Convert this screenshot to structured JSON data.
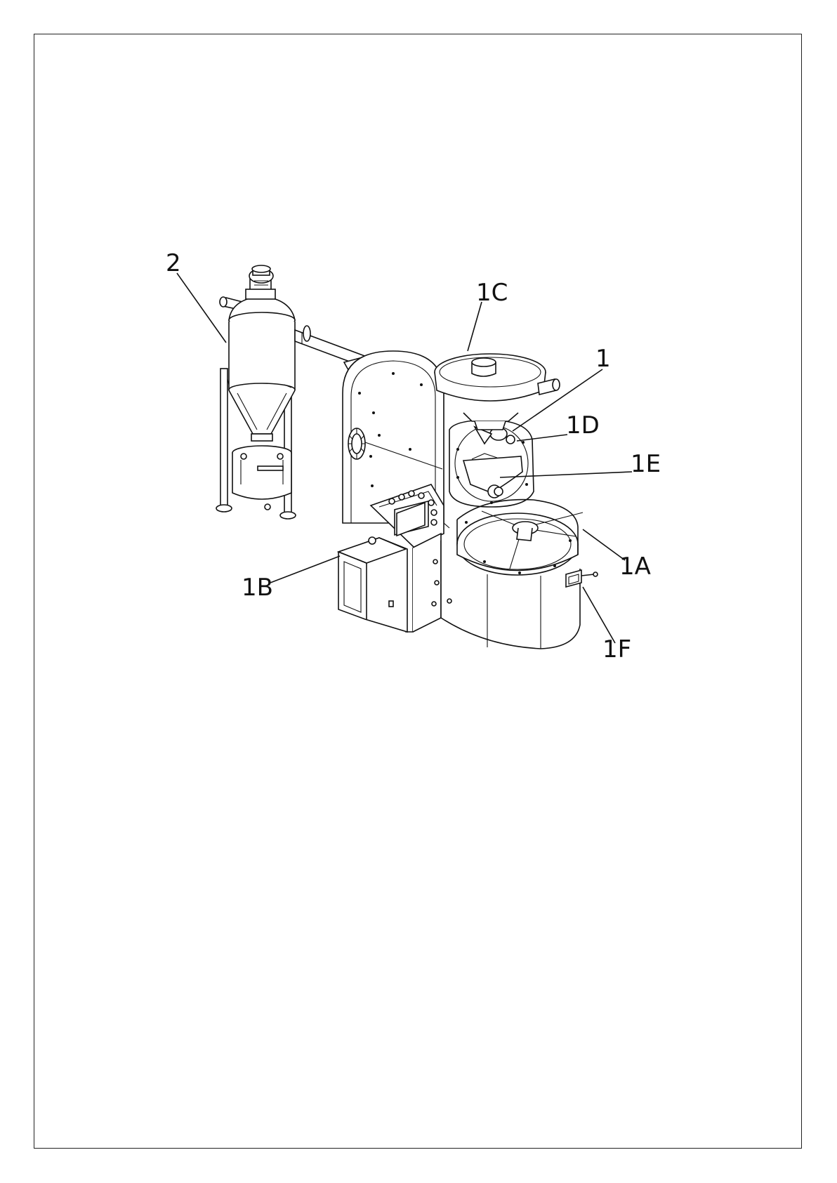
{
  "labels": {
    "l2": "2",
    "l1C": "1C",
    "l1": "1",
    "l1D": "1D",
    "l1E": "1E",
    "l1A": "1A",
    "l1B": "1B",
    "l1F": "1F"
  },
  "colors": {
    "line": "#111111",
    "background": "#ffffff"
  }
}
